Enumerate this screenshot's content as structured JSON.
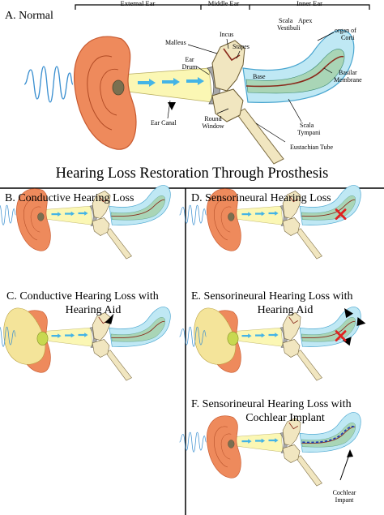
{
  "panel_a": {
    "title": "A. Normal",
    "sections": {
      "external": "External Ear",
      "middle": "Middle Ear",
      "inner": "Inner Ear"
    },
    "labels": {
      "malleus": "Malleus",
      "incus": "Incus",
      "stapes": "Stapes",
      "ear_drum_1": "Ear",
      "ear_drum_2": "Drum",
      "scala_vestibuli_1": "Scala",
      "scala_vestibuli_2": "Vestibuli",
      "apex": "Apex",
      "organ_corti_1": "organ of",
      "organ_corti_2": "Corti",
      "base": "Base",
      "basilar_1": "Basilar",
      "basilar_2": "Membrane",
      "ear_canal": "Ear Canal",
      "round_window_1": "Round",
      "round_window_2": "Window",
      "scala_tympani_1": "Scala",
      "scala_tympani_2": "Tympani",
      "eustachian": "Eustachian Tube"
    }
  },
  "main_title": "Hearing Loss Restoration Through Prosthesis",
  "panel_b": {
    "title": "B. Conductive Hearing Loss"
  },
  "panel_c": {
    "title_1": "C. Conductive Hearing Loss with",
    "title_2": "Hearing Aid"
  },
  "panel_d": {
    "title": "D. Sensorineural Hearing Loss"
  },
  "panel_e": {
    "title_1": "E.  Sensorineural Hearing Loss with",
    "title_2": "Hearing Aid"
  },
  "panel_f": {
    "title_1": "F. Sensorineural Hearing Loss with",
    "title_2": "Cochlear Implant",
    "implant_label_1": "Cochlear",
    "implant_label_2": "Impant"
  },
  "colors": {
    "pinna": "#ee8a5c",
    "pinna_edge": "#c85a30",
    "canal": "#fbf7b4",
    "hearing_aid": "#f4e49a",
    "bone": "#f1e6c0",
    "drum": "#a8a8a8",
    "cochlea": "#bfe8f4",
    "cochlea_edge": "#4aa6d0",
    "cochlea_inner": "#a9d5b6",
    "membrane": "#8a2a1c",
    "wave": "#3a8fd0",
    "arrow": "#44b4e6",
    "damage": "#e02020",
    "implant": "#1a3ab8"
  }
}
